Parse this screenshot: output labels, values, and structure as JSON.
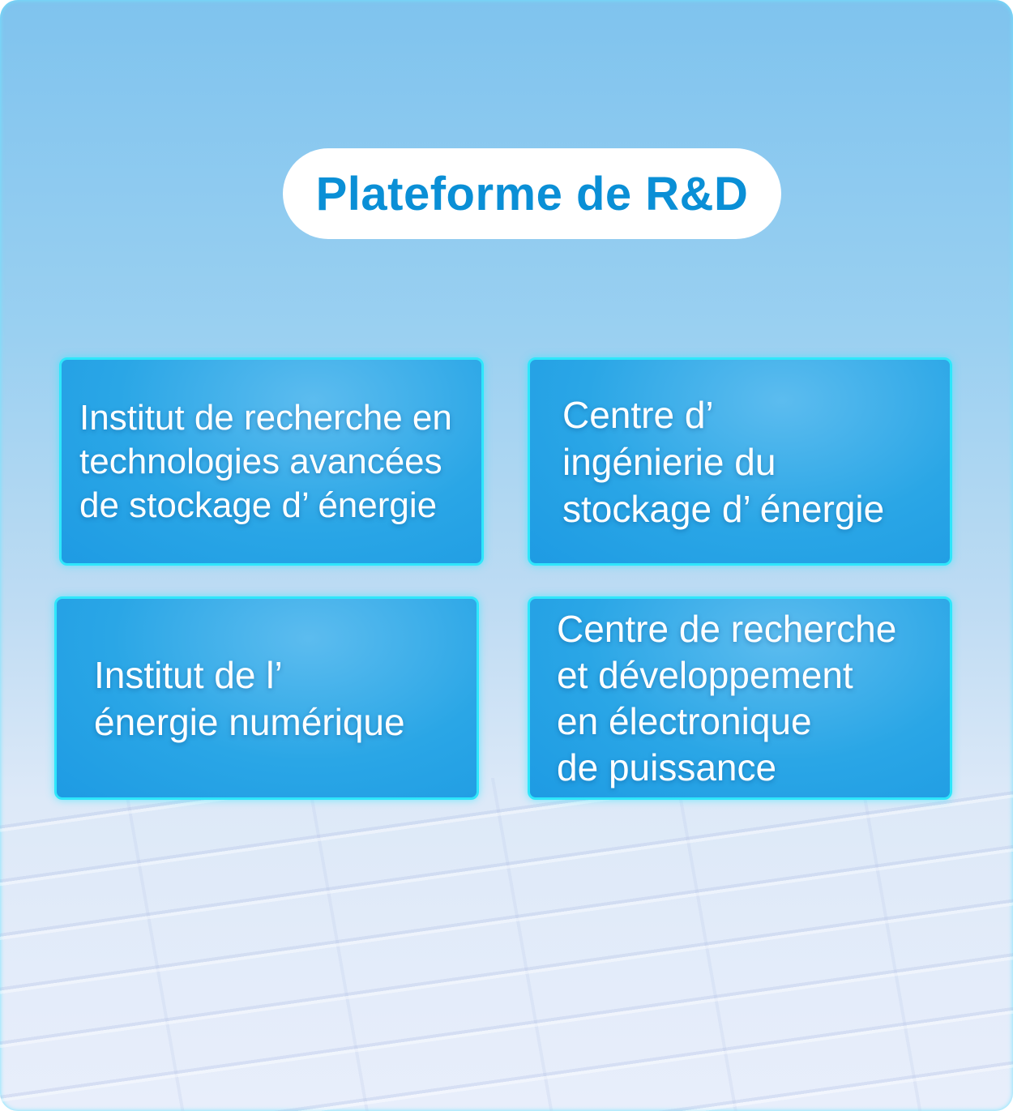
{
  "title": "Plateforme de R&D",
  "colors": {
    "title": "#0a8fd6",
    "card": "#2aa6e6",
    "card_border": "#2fe6fb"
  },
  "cards": [
    {
      "lines": [
        "Institut de recherche en",
        "technologies avancées",
        "de stockage d’ énergie"
      ]
    },
    {
      "lines": [
        "Centre d’",
        "ingénierie du",
        "stockage d’ énergie"
      ]
    },
    {
      "lines": [
        "Institut de l’",
        "énergie numérique"
      ]
    },
    {
      "lines": [
        "Centre de recherche",
        "et développement",
        "en électronique",
        "de puissance"
      ]
    }
  ]
}
